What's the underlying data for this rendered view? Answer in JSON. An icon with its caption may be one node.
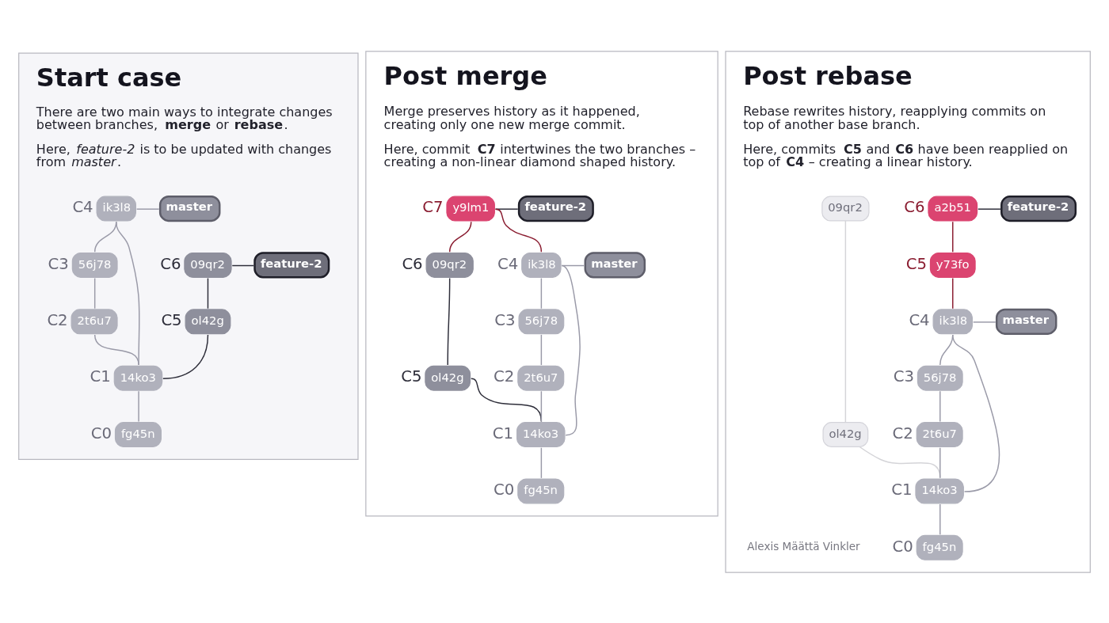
{
  "diagram": {
    "nodes": [
      {
        "text": [
          "Start case",
          "There are two main ways to integrate changes between branches, **merge** or **rebase**.",
          "Here, *feature-2* is to be updated with changes from *master*."
        ]
      },
      {
        "text": [
          "09qr2"
        ],
        "beside": [
          "C6"
        ],
        "in": 0
      },
      {
        "text": [
          "feature-2"
        ],
        "in": 0
      },
      {
        "text": [
          "ol42g"
        ],
        "beside": [
          "C5"
        ],
        "in": 0
      },
      {
        "text": [
          "ik3l8"
        ],
        "beside": [
          "C4"
        ],
        "in": 0
      },
      {
        "text": [
          "master"
        ],
        "in": 0
      },
      {
        "text": [
          "56j78"
        ],
        "beside": [
          "C3"
        ],
        "in": 0
      },
      {
        "text": [
          "2t6u7"
        ],
        "beside": [
          "C2"
        ],
        "in": 0
      },
      {
        "text": [
          "14ko3"
        ],
        "beside": [
          "C1"
        ],
        "in": 0
      },
      {
        "text": [
          "fg45n"
        ],
        "beside": [
          "C0"
        ],
        "in": 0
      },
      {
        "text": [
          "Post merge",
          "Merge preserves history as it happened, creating only one new merge commit.",
          "Here, commit **C7** intertwines the two branches – creating a non-linear diamond shaped history."
        ]
      },
      {
        "text": [
          "y9lm1"
        ],
        "beside": [
          "C7"
        ],
        "in": 10
      },
      {
        "text": [
          "feature-2"
        ],
        "in": 10
      },
      {
        "text": [
          "09qr2"
        ],
        "beside": [
          "C6"
        ],
        "in": 10
      },
      {
        "text": [
          "ol42g"
        ],
        "beside": [
          "C5"
        ],
        "in": 10
      },
      {
        "text": [
          "ik3l8"
        ],
        "beside": [
          "C4"
        ],
        "in": 10
      },
      {
        "text": [
          "master"
        ],
        "in": 10
      },
      {
        "text": [
          "56j78"
        ],
        "beside": [
          "C3"
        ],
        "in": 10
      },
      {
        "text": [
          "2t6u7"
        ],
        "beside": [
          "C2"
        ],
        "in": 10
      },
      {
        "text": [
          "14ko3"
        ],
        "beside": [
          "C1"
        ],
        "in": 10
      },
      {
        "text": [
          "fg45n"
        ],
        "beside": [
          "C0"
        ],
        "in": 10
      },
      {
        "text": [
          "Post rebase",
          "Rebase rewrites history, reapplying commits on top of another base branch.",
          "Here, commits **C5** and **C6** have been reapplied on top of **C4** – creating a linear history."
        ]
      },
      {
        "text": [
          "a2b51"
        ],
        "beside": [
          "C6"
        ],
        "in": 21
      },
      {
        "text": [
          "feature-2"
        ],
        "in": 21
      },
      {
        "text": [
          "y73fo"
        ],
        "beside": [
          "C5"
        ],
        "in": 21
      },
      {
        "text": [
          "09qr2"
        ],
        "in": 21
      },
      {
        "text": [
          "ol42g"
        ],
        "in": 21
      },
      {
        "text": [
          "ik3l8"
        ],
        "beside": [
          "C4"
        ],
        "in": 21
      },
      {
        "text": [
          "master"
        ],
        "in": 21
      },
      {
        "text": [
          "56j78"
        ],
        "beside": [
          "C3"
        ],
        "in": 21
      },
      {
        "text": [
          "2t6u7"
        ],
        "beside": [
          "C2"
        ],
        "in": 21
      },
      {
        "text": [
          "14ko3"
        ],
        "beside": [
          "C1"
        ],
        "in": 21
      },
      {
        "text": [
          "fg45n"
        ],
        "beside": [
          "C0"
        ],
        "in": 21
      }
    ],
    "edges": [
      {
        "from": 1,
        "to": 2,
        "arrow": "none",
        "color": "#2e2e3a"
      },
      {
        "from": 1,
        "to": 3,
        "arrow": "none",
        "color": "#2e2e3a"
      },
      {
        "from": 3,
        "to": 8,
        "arrow": "none",
        "color": "#2e2e3a"
      },
      {
        "from": 4,
        "to": 5,
        "arrow": "none"
      },
      {
        "from": 4,
        "to": 6,
        "arrow": "none"
      },
      {
        "from": 4,
        "to": 8,
        "arrow": "none"
      },
      {
        "from": 6,
        "to": 7,
        "arrow": "none"
      },
      {
        "from": 7,
        "to": 8,
        "arrow": "none"
      },
      {
        "from": 8,
        "to": 9,
        "arrow": "none"
      },
      {
        "from": 11,
        "to": 12,
        "arrow": "none",
        "color": "#2e2e3a"
      },
      {
        "from": 11,
        "to": 13,
        "arrow": "none",
        "color": "#8a1c30"
      },
      {
        "from": 11,
        "to": 15,
        "arrow": "none",
        "color": "#8a1c30"
      },
      {
        "from": 13,
        "to": 14,
        "arrow": "none",
        "color": "#2e2e3a"
      },
      {
        "from": 14,
        "to": 19,
        "arrow": "none",
        "color": "#2e2e3a"
      },
      {
        "from": 15,
        "to": 16,
        "arrow": "none"
      },
      {
        "from": 15,
        "to": 17,
        "arrow": "none"
      },
      {
        "from": 15,
        "to": 19,
        "arrow": "none"
      },
      {
        "from": 17,
        "to": 18,
        "arrow": "none"
      },
      {
        "from": 18,
        "to": 19,
        "arrow": "none"
      },
      {
        "from": 19,
        "to": 20,
        "arrow": "none"
      },
      {
        "from": 22,
        "to": 23,
        "arrow": "none",
        "color": "#2e2e3a"
      },
      {
        "from": 22,
        "to": 24,
        "arrow": "none",
        "color": "#8a1c30"
      },
      {
        "from": 24,
        "to": 27,
        "arrow": "none",
        "color": "#8a1c30"
      },
      {
        "from": 25,
        "to": 26,
        "arrow": "none",
        "color": "#d4d4d8"
      },
      {
        "from": 26,
        "to": 31,
        "arrow": "none",
        "color": "#d4d4d8"
      },
      {
        "from": 27,
        "to": 28,
        "arrow": "none"
      },
      {
        "from": 27,
        "to": 29,
        "arrow": "none"
      },
      {
        "from": 27,
        "to": 31,
        "arrow": "none"
      },
      {
        "from": 29,
        "to": 30,
        "arrow": "none"
      },
      {
        "from": 30,
        "to": 31,
        "arrow": "none"
      },
      {
        "from": 31,
        "to": 32,
        "arrow": "none"
      }
    ],
    "labels": [
      "Alexis Määttä Vinkler"
    ]
  }
}
